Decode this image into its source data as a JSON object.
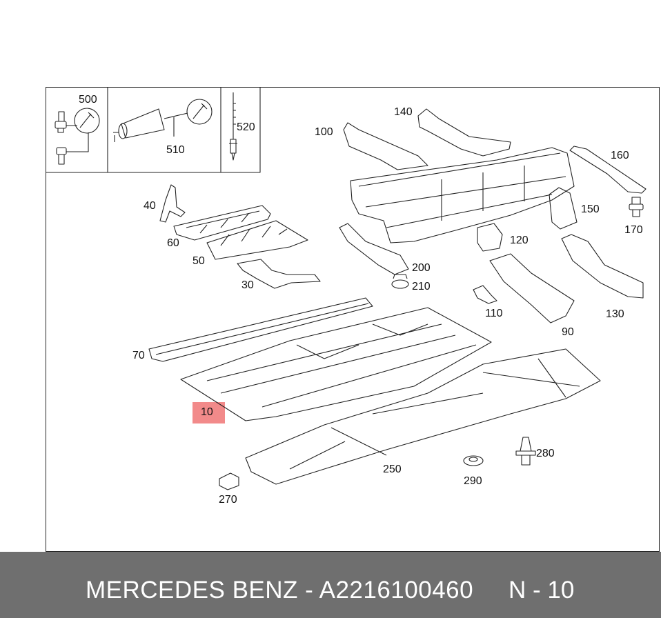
{
  "legend_part_numbers": [
    "500",
    "510",
    "520"
  ],
  "part_labels": {
    "p10": "10",
    "p30": "30",
    "p40": "40",
    "p50": "50",
    "p60": "60",
    "p70": "70",
    "p90": "90",
    "p100": "100",
    "p110": "110",
    "p120": "120",
    "p130": "130",
    "p140": "140",
    "p150": "150",
    "p160": "160",
    "p170": "170",
    "p200": "200",
    "p210": "210",
    "p250": "250",
    "p270": "270",
    "p280": "280",
    "p290": "290"
  },
  "highlighted_part": "10",
  "footer": {
    "title": "MERCEDES BENZ - A2216100460",
    "reference": "N - 10"
  },
  "colors": {
    "highlight": "#f28a8a",
    "footer_bg": "#6f6f6f",
    "line": "#222222"
  }
}
